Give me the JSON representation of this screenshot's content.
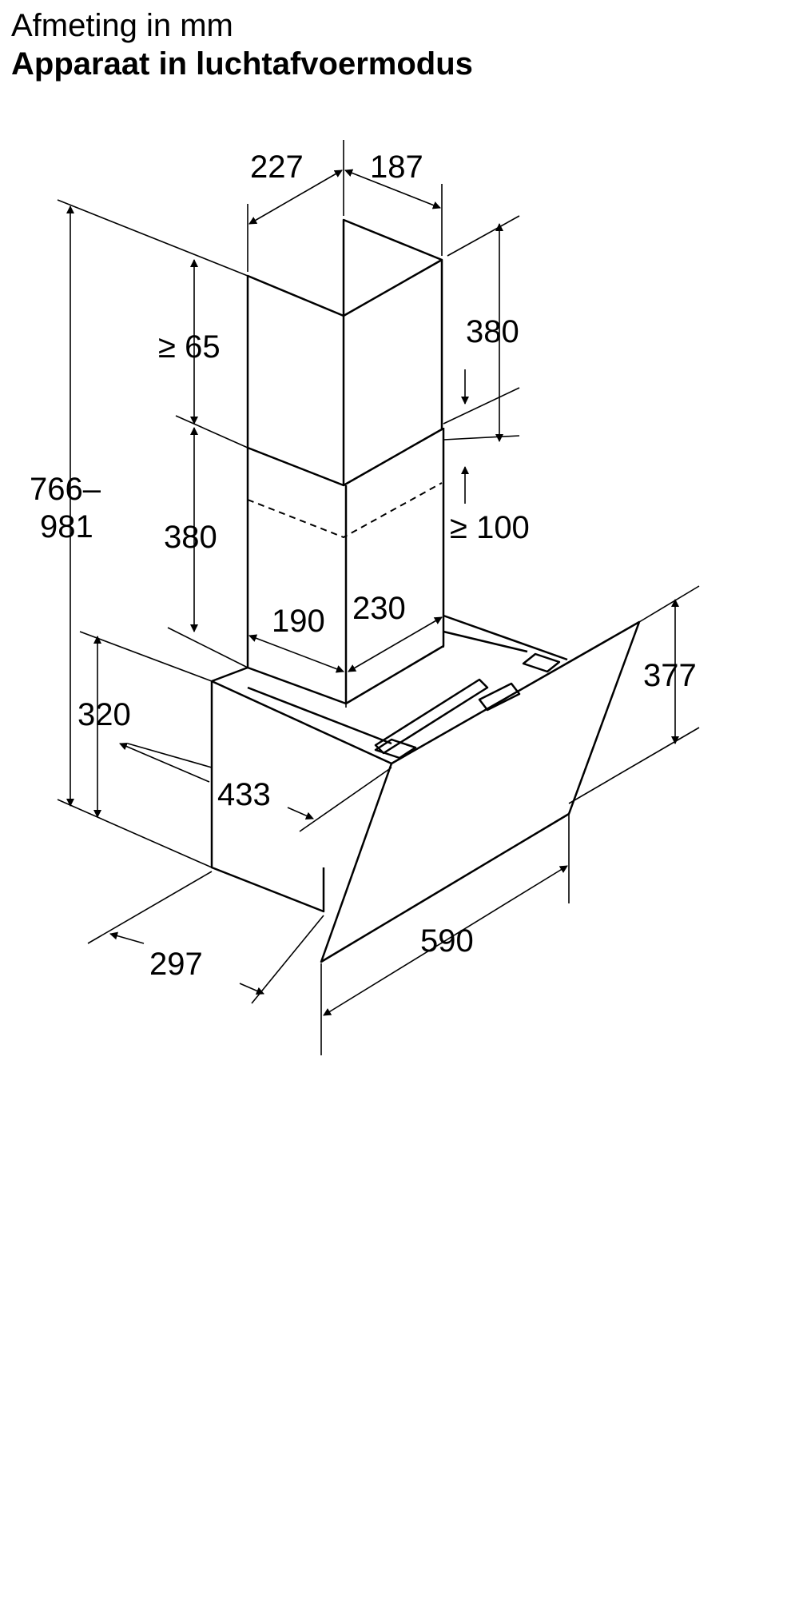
{
  "header": {
    "title": "Afmeting in mm",
    "subtitle": "Apparaat in luchtafvoermodus"
  },
  "dimensions": {
    "chimney_width_left": "227",
    "chimney_width_right": "187",
    "min_65": "≥ 65",
    "upper_chimney_height": "380",
    "total_height_line1": "766–",
    "total_height_line2": "981",
    "lower_chimney_height": "380",
    "min_100": "≥ 100",
    "chimney_base_width": "190",
    "chimney_base_depth": "230",
    "hood_depth_top": "377",
    "body_height": "320",
    "body_depth": "433",
    "base_depth": "297",
    "width": "590"
  },
  "colors": {
    "line": "#000000",
    "background": "#ffffff"
  }
}
